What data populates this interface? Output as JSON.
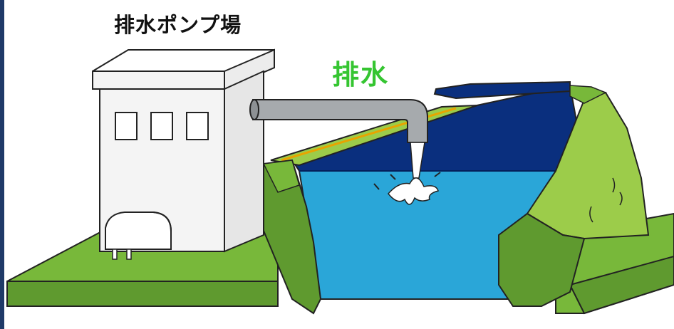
{
  "title": "排水ポンプ場",
  "flow_label": "排水",
  "colors": {
    "flow_label": "#35c531",
    "grass": "#78b83a",
    "grass_light": "#9ccc4a",
    "embankment": "#5f9a2f",
    "water_deep": "#0a2f7e",
    "water_light": "#2aa6d8",
    "pipe": "#a6aaad",
    "building": "#f4f4f4",
    "frame": "#1f3a68"
  },
  "icons": {
    "building": "pump-station-building",
    "pipe": "discharge-pipe",
    "splash": "water-splash",
    "river": "river-channel"
  }
}
